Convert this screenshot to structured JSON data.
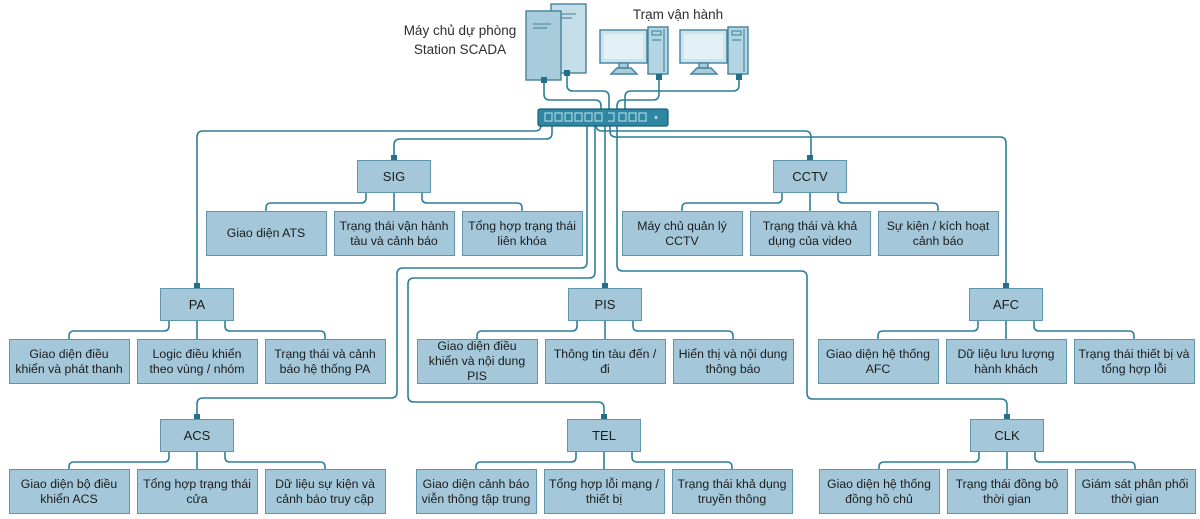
{
  "title_labels": {
    "backup_server_line1": "Máy chủ dự phòng",
    "backup_server_line2": "Station SCADA",
    "operator_station": "Trạm vận hành"
  },
  "devices": {
    "backup_servers_icon": "server-towers-icon",
    "operator_workstation_icons": [
      "workstation-icon",
      "workstation-icon"
    ],
    "network_switch_icon": "network-switch-icon"
  },
  "colors": {
    "box_fill": "#a4c8d9",
    "box_border": "#5f96ad",
    "wire": "#2e7f97",
    "switch_fill": "#2e86a2",
    "connector_square": "#256f8b",
    "text": "#1c1c1c"
  },
  "subsystems": [
    {
      "id": "SIG",
      "label": "SIG",
      "children": [
        "Giao diện ATS",
        "Trạng thái vận hành tàu và cảnh báo",
        "Tổng hợp trạng thái liên khóa"
      ]
    },
    {
      "id": "CCTV",
      "label": "CCTV",
      "children": [
        "Máy chủ quản lý CCTV",
        "Trạng thái và khả dụng của video",
        "Sự kiện / kích hoạt cảnh báo"
      ]
    },
    {
      "id": "PA",
      "label": "PA",
      "children": [
        "Giao diện điều khiển và phát thanh",
        "Logic điều khiển theo vùng / nhóm",
        "Trạng thái và cảnh báo hệ thống PA"
      ]
    },
    {
      "id": "PIS",
      "label": "PIS",
      "children": [
        "Giao diện điều khiển và nội dung PIS",
        "Thông tin tàu đến / đi",
        "Hiển thị và nội dung thông báo"
      ]
    },
    {
      "id": "AFC",
      "label": "AFC",
      "children": [
        "Giao diện hệ thống AFC",
        "Dữ liệu lưu lượng hành khách",
        "Trạng thái thiết bị và tổng hợp lỗi"
      ]
    },
    {
      "id": "ACS",
      "label": "ACS",
      "children": [
        "Giao diện bộ điều khiển ACS",
        "Tổng hợp trạng thái cửa",
        "Dữ liệu sự kiện và cảnh báo truy cập"
      ]
    },
    {
      "id": "TEL",
      "label": "TEL",
      "children": [
        "Giao diện cảnh báo viễn thông tập trung",
        "Tổng hợp lỗi mạng / thiết bị",
        "Trạng thái khả dụng truyền thông"
      ]
    },
    {
      "id": "CLK",
      "label": "CLK",
      "children": [
        "Giao diện hệ thống đồng hồ chủ",
        "Trạng thái đồng bộ thời gian",
        "Giám sát phân phối thời gian"
      ]
    }
  ]
}
